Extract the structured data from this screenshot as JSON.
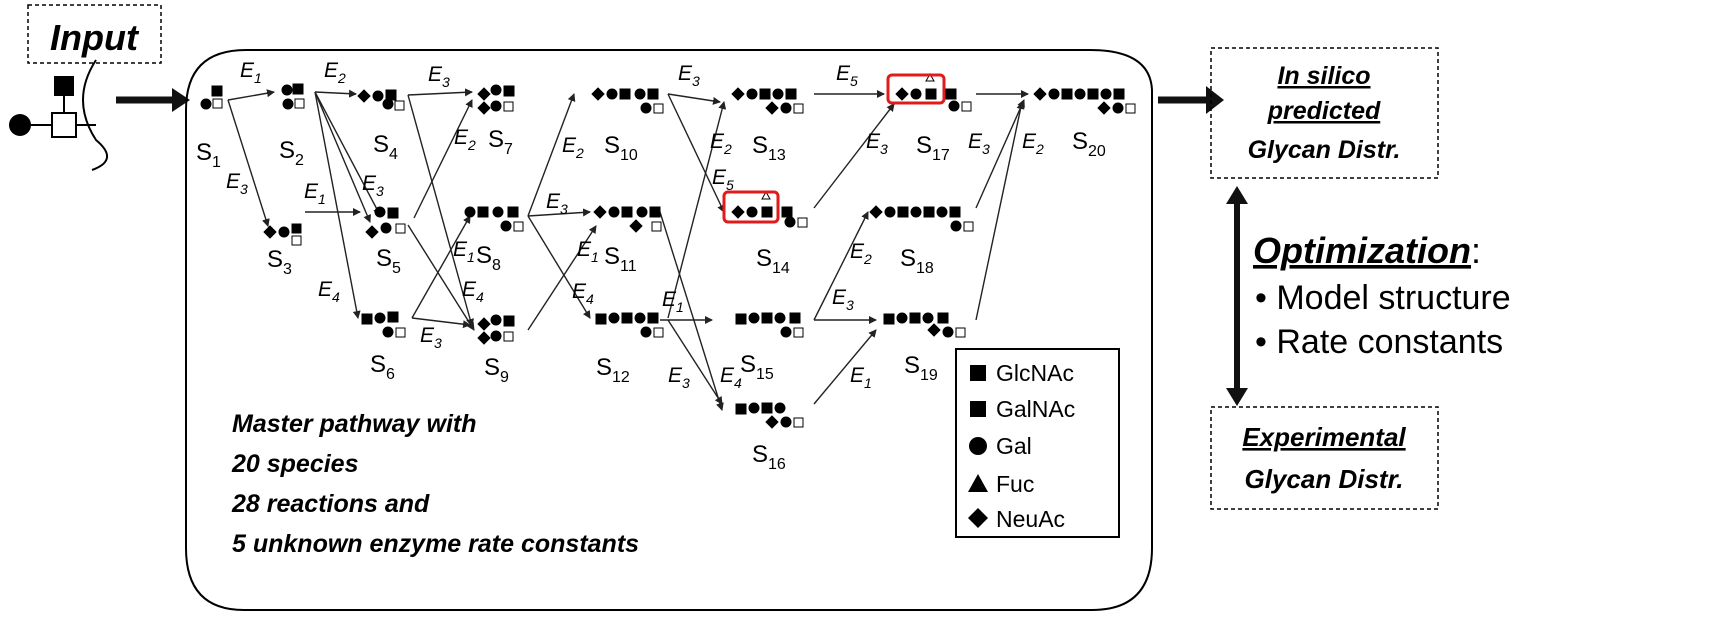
{
  "input_label": "Input",
  "output_box": {
    "line1": "In silico",
    "line2": "predicted",
    "line3": "Glycan Distr."
  },
  "experimental_box": {
    "line1": "Experimental",
    "line2": "Glycan Distr."
  },
  "optimization": {
    "title": "Optimization",
    "colon": ":",
    "bullets": [
      "• Model structure",
      "• Rate constants"
    ]
  },
  "master_pathway": {
    "lines": [
      "Master pathway with",
      "20 species",
      "28 reactions and",
      "5 unknown enzyme rate constants"
    ]
  },
  "legend": [
    {
      "symbol": "square",
      "label": "GlcNAc"
    },
    {
      "symbol": "square",
      "label": "GalNAc"
    },
    {
      "symbol": "circle",
      "label": "Gal"
    },
    {
      "symbol": "triangle",
      "label": "Fuc"
    },
    {
      "symbol": "diamond",
      "label": "NeuAc"
    }
  ],
  "species": [
    {
      "base": "S",
      "sub": "1"
    },
    {
      "base": "S",
      "sub": "2"
    },
    {
      "base": "S",
      "sub": "3"
    },
    {
      "base": "S",
      "sub": "4"
    },
    {
      "base": "S",
      "sub": "5"
    },
    {
      "base": "S",
      "sub": "6"
    },
    {
      "base": "S",
      "sub": "7"
    },
    {
      "base": "S",
      "sub": "8"
    },
    {
      "base": "S",
      "sub": "9"
    },
    {
      "base": "S",
      "sub": "10"
    },
    {
      "base": "S",
      "sub": "11"
    },
    {
      "base": "S",
      "sub": "12"
    },
    {
      "base": "S",
      "sub": "13"
    },
    {
      "base": "S",
      "sub": "14"
    },
    {
      "base": "S",
      "sub": "15"
    },
    {
      "base": "S",
      "sub": "16"
    },
    {
      "base": "S",
      "sub": "17"
    },
    {
      "base": "S",
      "sub": "18"
    },
    {
      "base": "S",
      "sub": "19"
    },
    {
      "base": "S",
      "sub": "20"
    }
  ],
  "enzyme_labels": [
    {
      "base": "E",
      "sub": "1"
    },
    {
      "base": "E",
      "sub": "2"
    },
    {
      "base": "E",
      "sub": "3"
    },
    {
      "base": "E",
      "sub": "3"
    },
    {
      "base": "E",
      "sub": "1"
    },
    {
      "base": "E",
      "sub": "3"
    },
    {
      "base": "E",
      "sub": "4"
    },
    {
      "base": "E",
      "sub": "3"
    },
    {
      "base": "E",
      "sub": "2"
    },
    {
      "base": "E",
      "sub": "1"
    },
    {
      "base": "E",
      "sub": "4"
    },
    {
      "base": "E",
      "sub": "2"
    },
    {
      "base": "E",
      "sub": "3"
    },
    {
      "base": "E",
      "sub": "1"
    },
    {
      "base": "E",
      "sub": "4"
    },
    {
      "base": "E",
      "sub": "3"
    },
    {
      "base": "E",
      "sub": "2"
    },
    {
      "base": "E",
      "sub": "5"
    },
    {
      "base": "E",
      "sub": "1"
    },
    {
      "base": "E",
      "sub": "3"
    },
    {
      "base": "E",
      "sub": "4"
    },
    {
      "base": "E",
      "sub": "5"
    },
    {
      "base": "E",
      "sub": "3"
    },
    {
      "base": "E",
      "sub": "2"
    },
    {
      "base": "E",
      "sub": "3"
    },
    {
      "base": "E",
      "sub": "1"
    },
    {
      "base": "E",
      "sub": "3"
    },
    {
      "base": "E",
      "sub": "2"
    }
  ],
  "colors": {
    "ink": "#000000",
    "highlight": "#e11b1b",
    "background": "#ffffff"
  }
}
